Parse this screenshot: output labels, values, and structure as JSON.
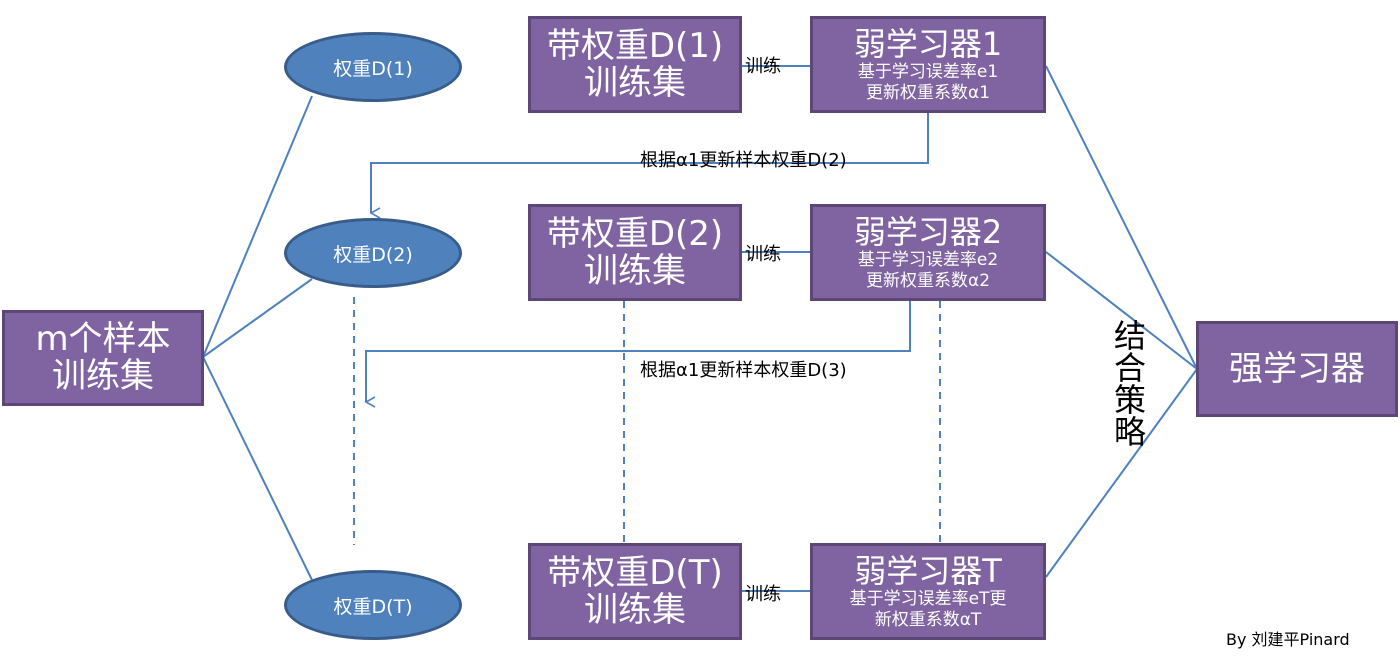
{
  "sample_set": {
    "line1": "m个样本",
    "line2": "训练集"
  },
  "weights": {
    "w1": "权重D(1)",
    "w2": "权重D(2)",
    "wT": "权重D(T)"
  },
  "train_sets": [
    {
      "line1": "带权重D(1)",
      "line2": "训练集"
    },
    {
      "line1": "带权重D(2)",
      "line2": "训练集"
    },
    {
      "line1": "带权重D(T)",
      "line2": "训练集"
    }
  ],
  "learners": [
    {
      "title": "弱学习器1",
      "sub1": "基于学习误差率e1",
      "sub2": "更新权重系数α1"
    },
    {
      "title": "弱学习器2",
      "sub1": "基于学习误差率e2",
      "sub2": "更新权重系数α2"
    },
    {
      "title": "弱学习器T",
      "sub1": "基于学习误差率eT更",
      "sub2": "新权重系数αT"
    }
  ],
  "train_label": "训练",
  "update_labels": {
    "u1": "根据α1更新样本权重D(2)",
    "u2": "根据α1更新样本权重D(3)"
  },
  "strong_learner": "强学习器",
  "combine": [
    "结",
    "合",
    "策",
    "略"
  ],
  "credit": "By 刘建平Pinard"
}
